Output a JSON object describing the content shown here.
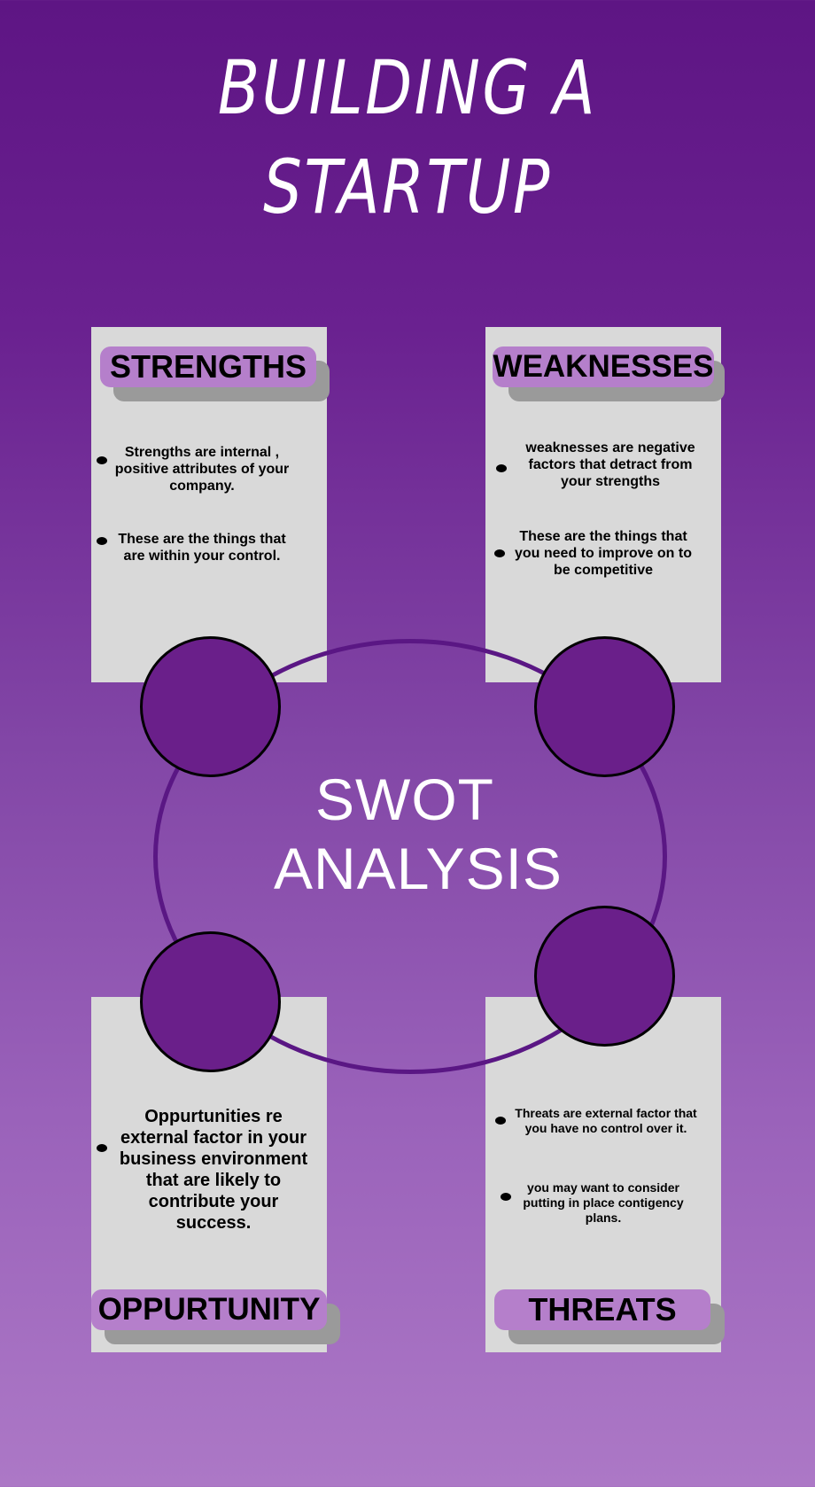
{
  "title": {
    "line1": "BUILDING A",
    "line2": "STARTUP"
  },
  "center": {
    "line1": "SWOT",
    "line2": "ANALYSIS"
  },
  "strengths": {
    "label": "STRENGTHS",
    "points": [
      "Strengths are internal , positive attributes of your company.",
      "These are the things that are within your control."
    ]
  },
  "weaknesses": {
    "label": "WEAKNESSES",
    "points": [
      "weaknesses are negative factors that detract from your strengths",
      "These are the things that you need to improve on to be competitive"
    ]
  },
  "opportunity": {
    "label": "OPPURTUNITY",
    "points": [
      "Oppurtunities re external factor in your business environment that are likely to contribute your success."
    ]
  },
  "threats": {
    "label": "THREATS",
    "points": [
      "Threats are external factor that you have no control over it.",
      "you may want to consider putting in place contigency plans."
    ]
  },
  "colors": {
    "background_top": "#5e1584",
    "background_bottom": "#ac78c6",
    "card": "#d9d9d9",
    "label": "#b57fcb",
    "node": "#6a1f8a",
    "ring": "#5a1784"
  }
}
